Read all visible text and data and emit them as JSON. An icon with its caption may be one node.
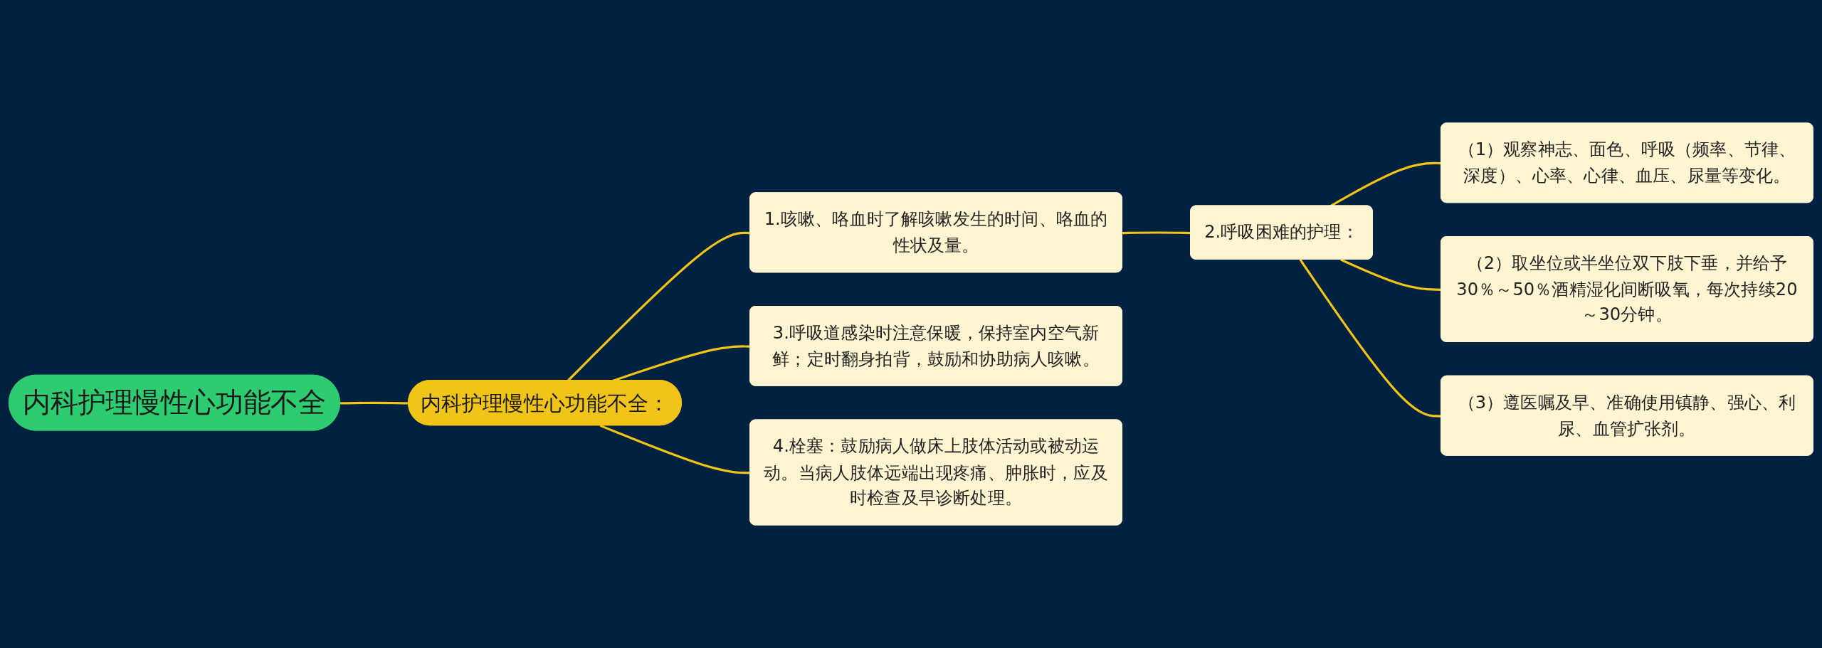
{
  "diagram": {
    "nodes": [
      {
        "text": [
          "内科护理慢性心功能不全"
        ]
      },
      {
        "text": [
          "内科护理慢性心功能不全："
        ]
      },
      {
        "text": [
          "1.咳嗽、咯血时了解咳嗽发生的时间、咯血的性状及量。"
        ]
      },
      {
        "text": [
          "2.呼吸困难的护理："
        ]
      },
      {
        "text": [
          "（1）观察神志、面色、呼吸（频率、节律、深度）、心率、心律、血压、尿量等变化。"
        ]
      },
      {
        "text": [
          "（2）取坐位或半坐位双下肢下垂，并给予30％～50％酒精湿化间断吸氧，每次持续20～30分钟。"
        ]
      },
      {
        "text": [
          "（3）遵医嘱及早、准确使用镇静、强心、利尿、血管扩张剂。"
        ]
      },
      {
        "text": [
          "3.呼吸道感染时注意保暖，保持室内空气新鲜；定时翻身拍背，鼓励和协助病人咳嗽。"
        ]
      },
      {
        "text": [
          "4.栓塞：鼓励病人做床上肢体活动或被动运动。当病人肢体远端出现疼痛、肿胀时，应及时检查及早诊断处理。"
        ]
      }
    ],
    "edges": [
      {
        "from": 0,
        "to": 1,
        "arrow": "none"
      },
      {
        "from": 1,
        "to": 2,
        "arrow": "none"
      },
      {
        "from": 2,
        "to": 3,
        "arrow": "none"
      },
      {
        "from": 3,
        "to": 4,
        "arrow": "none"
      },
      {
        "from": 3,
        "to": 5,
        "arrow": "none"
      },
      {
        "from": 3,
        "to": 6,
        "arrow": "none"
      },
      {
        "from": 1,
        "to": 7,
        "arrow": "none"
      },
      {
        "from": 1,
        "to": 8,
        "arrow": "none"
      }
    ]
  }
}
